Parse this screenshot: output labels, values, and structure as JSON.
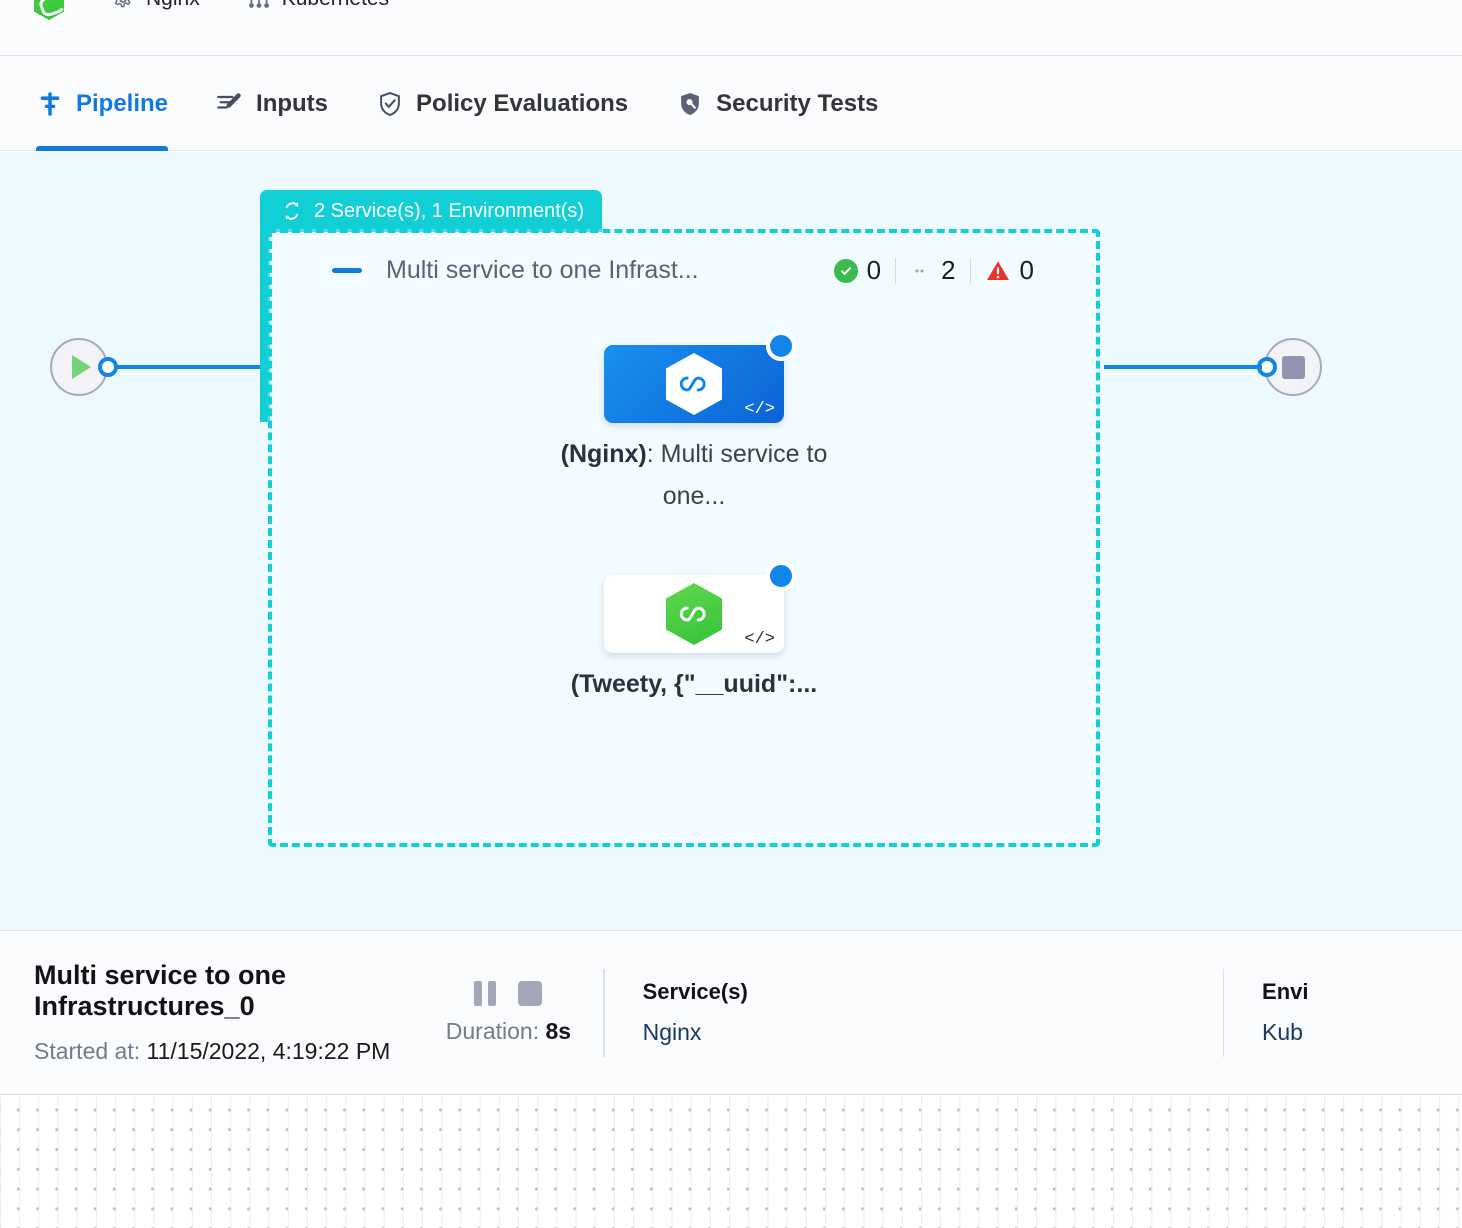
{
  "breadcrumb": {
    "items": [
      {
        "icon": "hexagon-green-logo",
        "label": ""
      },
      {
        "icon": "gear-icon",
        "label": "Nginx"
      },
      {
        "icon": "infrastructure-icon",
        "label": "Kubernetes"
      }
    ]
  },
  "tabs": [
    {
      "id": "pipeline",
      "label": "Pipeline",
      "icon": "pipeline-icon",
      "active": true
    },
    {
      "id": "inputs",
      "label": "Inputs",
      "icon": "pencil-lines-icon",
      "active": false
    },
    {
      "id": "policy",
      "label": "Policy Evaluations",
      "icon": "shield-check-icon",
      "active": false
    },
    {
      "id": "security",
      "label": "Security Tests",
      "icon": "shield-scan-icon",
      "active": false
    }
  ],
  "canvas": {
    "group": {
      "label": "2 Service(s), 1 Environment(s)",
      "label_icon": "loop-repeat-icon",
      "title": "Multi service to one Infrast...",
      "collapse_icon": "collapse-dash-icon",
      "counts": {
        "success_icon": "check-circle-icon",
        "success": "0",
        "running_icon": "dots-icon",
        "running": "2",
        "error_icon": "warning-triangle-icon",
        "error": "0"
      }
    },
    "start_node": {
      "icon": "play-icon",
      "name": "start"
    },
    "end_node": {
      "icon": "stop-icon",
      "name": "end"
    },
    "nodes": [
      {
        "id": "node-nginx",
        "icon": "hexagon-infinity-white-icon",
        "corner_icon": "code-icon",
        "corner_text": "</>",
        "status_badge": "running-spinner-badge",
        "label_bold": "(Nginx)",
        "label_rest": ": Multi service to one..."
      },
      {
        "id": "node-tweety",
        "icon": "hexagon-infinity-green-icon",
        "corner_icon": "code-icon",
        "corner_text": "</>",
        "status_badge": "running-badge",
        "label_bold": "(Tweety, {\"__uuid\":...",
        "label_rest": ""
      }
    ]
  },
  "info_panel": {
    "title": "Multi service to one Infrastructures_0",
    "started_label": "Started at:",
    "started_value": "11/15/2022, 4:19:22 PM",
    "pause_icon": "pause-icon",
    "stop_icon": "stop-icon",
    "duration_label": "Duration:",
    "duration_value": "8s",
    "columns": [
      {
        "title": "Service(s)",
        "value": "Nginx"
      },
      {
        "title": "Envi",
        "value": "Kub"
      }
    ]
  },
  "colors": {
    "accent_blue": "#1479dd",
    "group_teal": "#12cfd6",
    "canvas_bg": "#ecfaff",
    "success_green": "#3bba4d",
    "error_red": "#e8342a"
  }
}
